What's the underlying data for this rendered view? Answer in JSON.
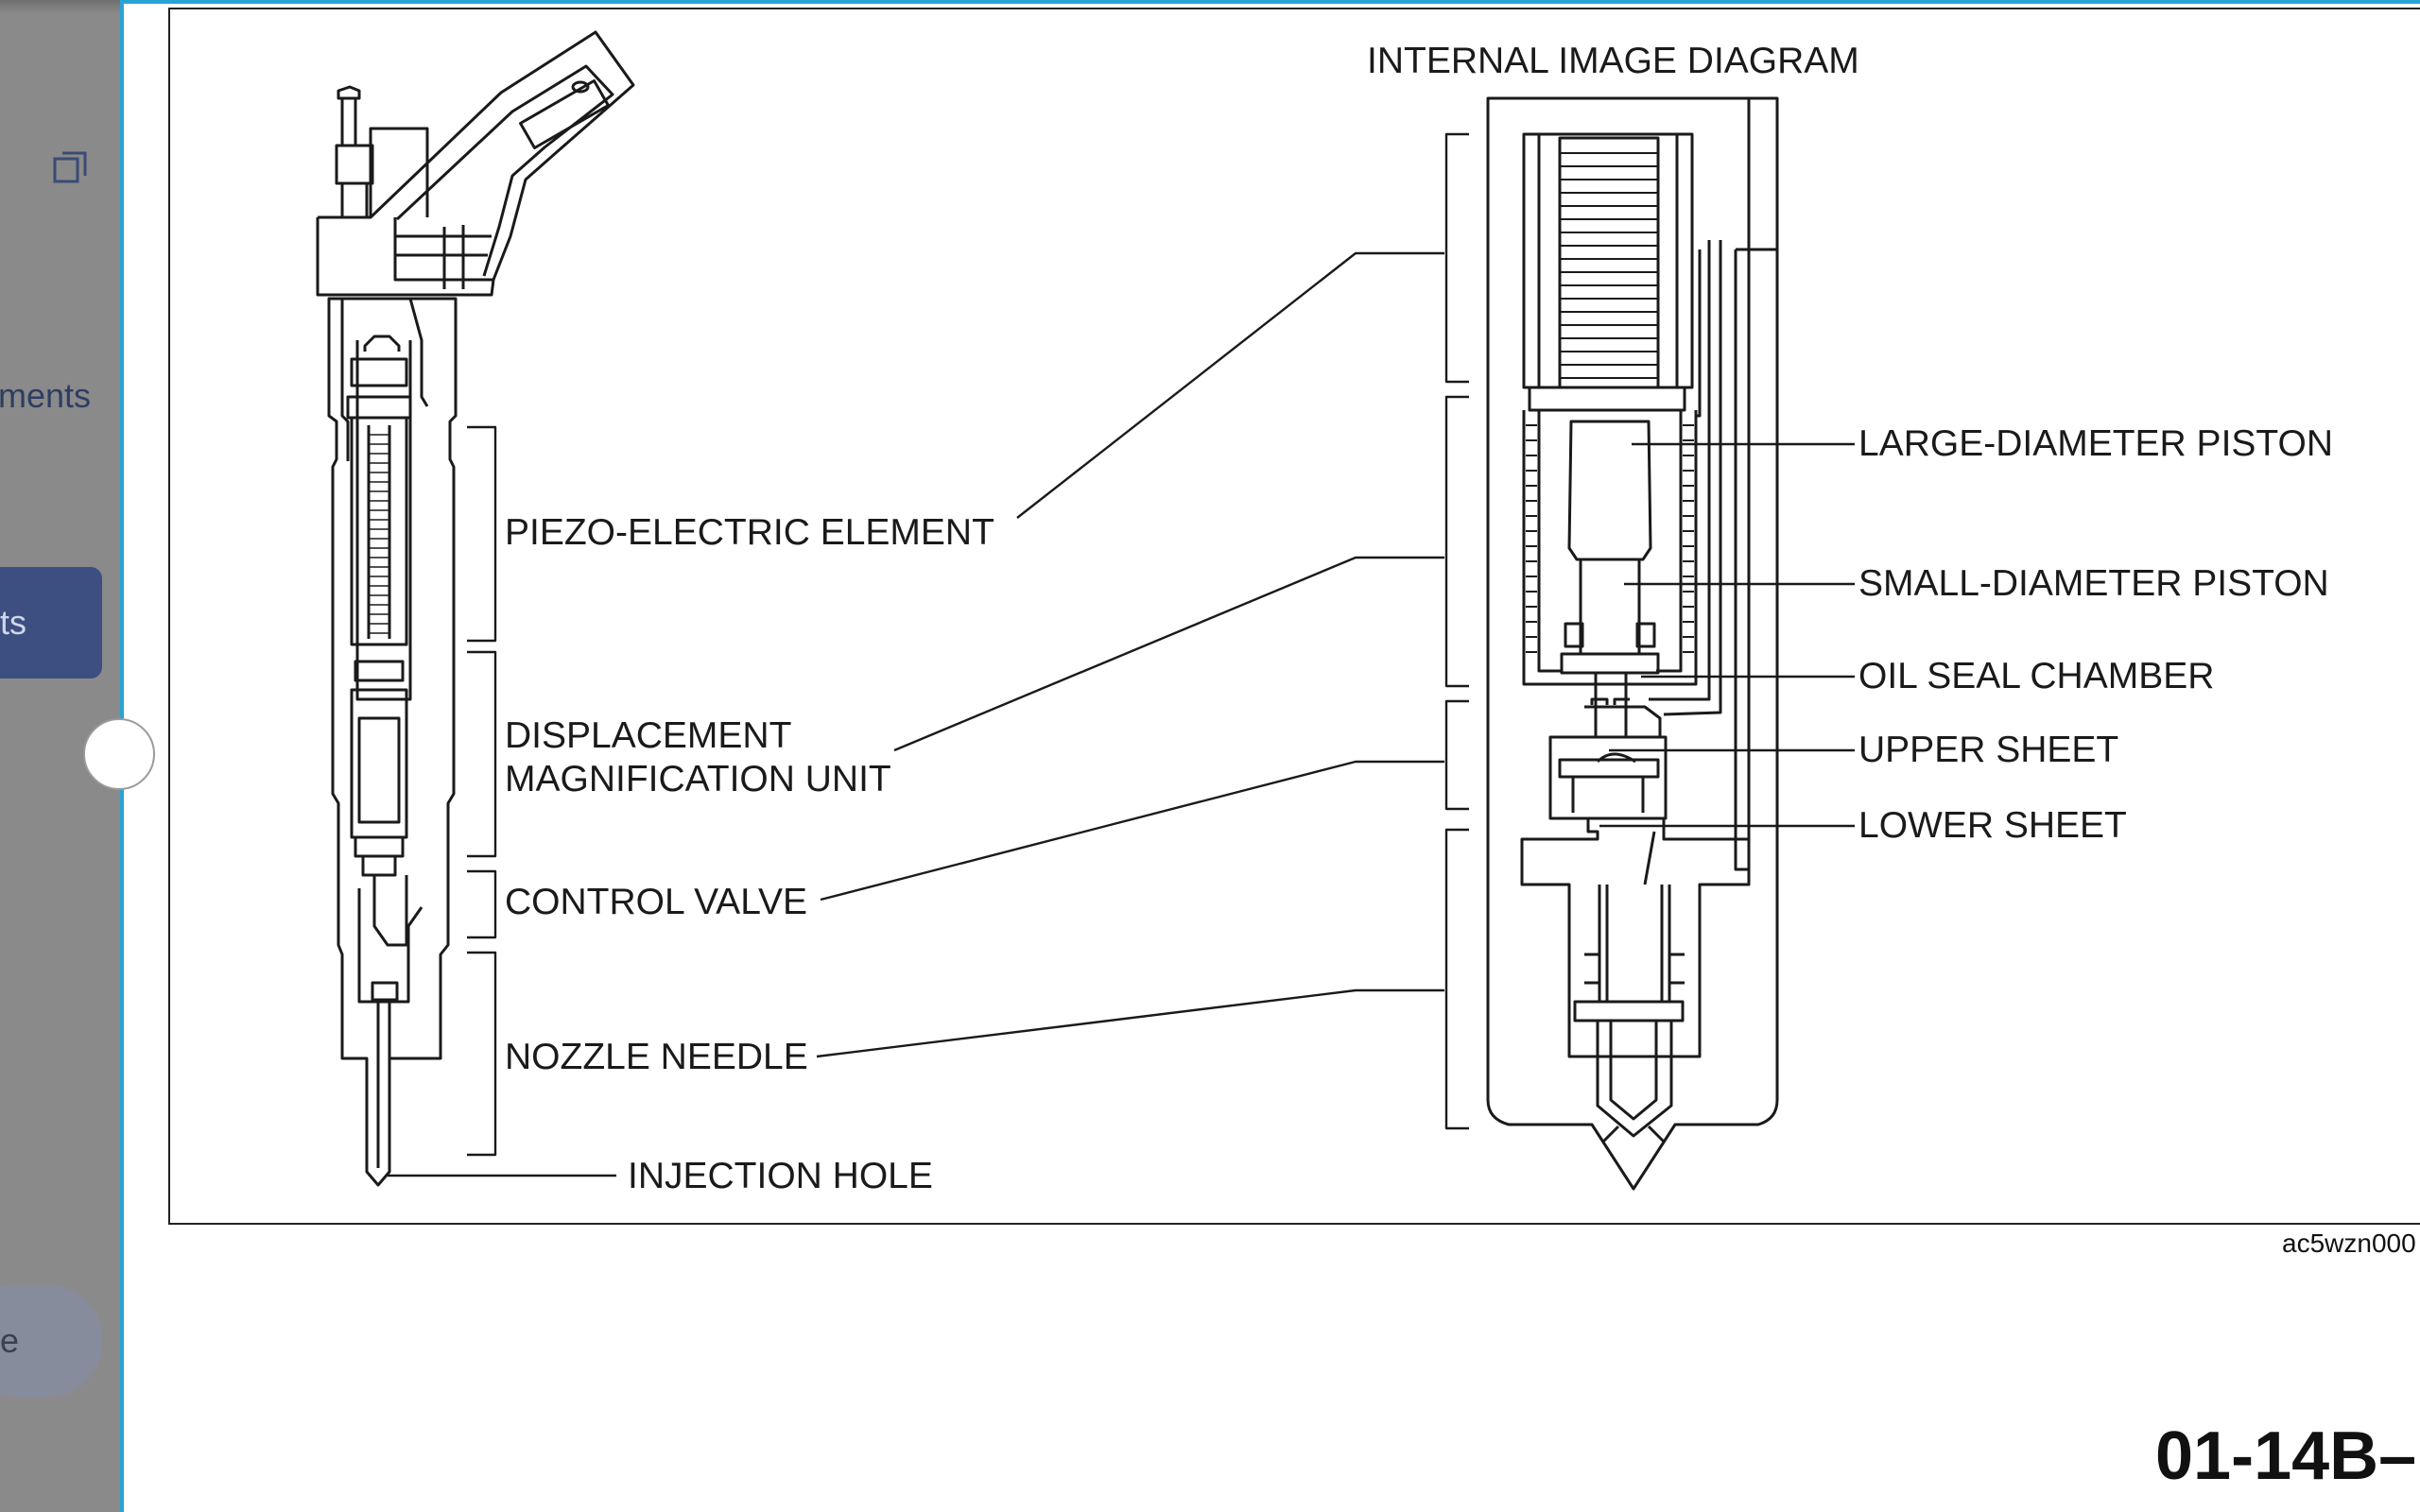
{
  "sidebar": {
    "partial_text": "ments",
    "button_primary_partial": "ts",
    "button_secondary_partial": "e",
    "copy_icon": "copy-window-icon"
  },
  "diagram": {
    "title": "INTERNAL IMAGE DIAGRAM",
    "labels": {
      "piezo": "PIEZO-ELECTRIC ELEMENT",
      "displacement_line1": "DISPLACEMENT",
      "displacement_line2": "MAGNIFICATION UNIT",
      "control_valve": "CONTROL VALVE",
      "nozzle_needle": "NOZZLE NEEDLE",
      "injection_hole": "INJECTION HOLE",
      "large_piston": "LARGE-DIAMETER PISTON",
      "small_piston": "SMALL-DIAMETER PISTON",
      "oil_seal": "OIL SEAL CHAMBER",
      "upper_sheet": "UPPER SHEET",
      "lower_sheet": "LOWER SHEET"
    },
    "reference_code": "ac5wzn000",
    "page_number": "01-14B–"
  }
}
